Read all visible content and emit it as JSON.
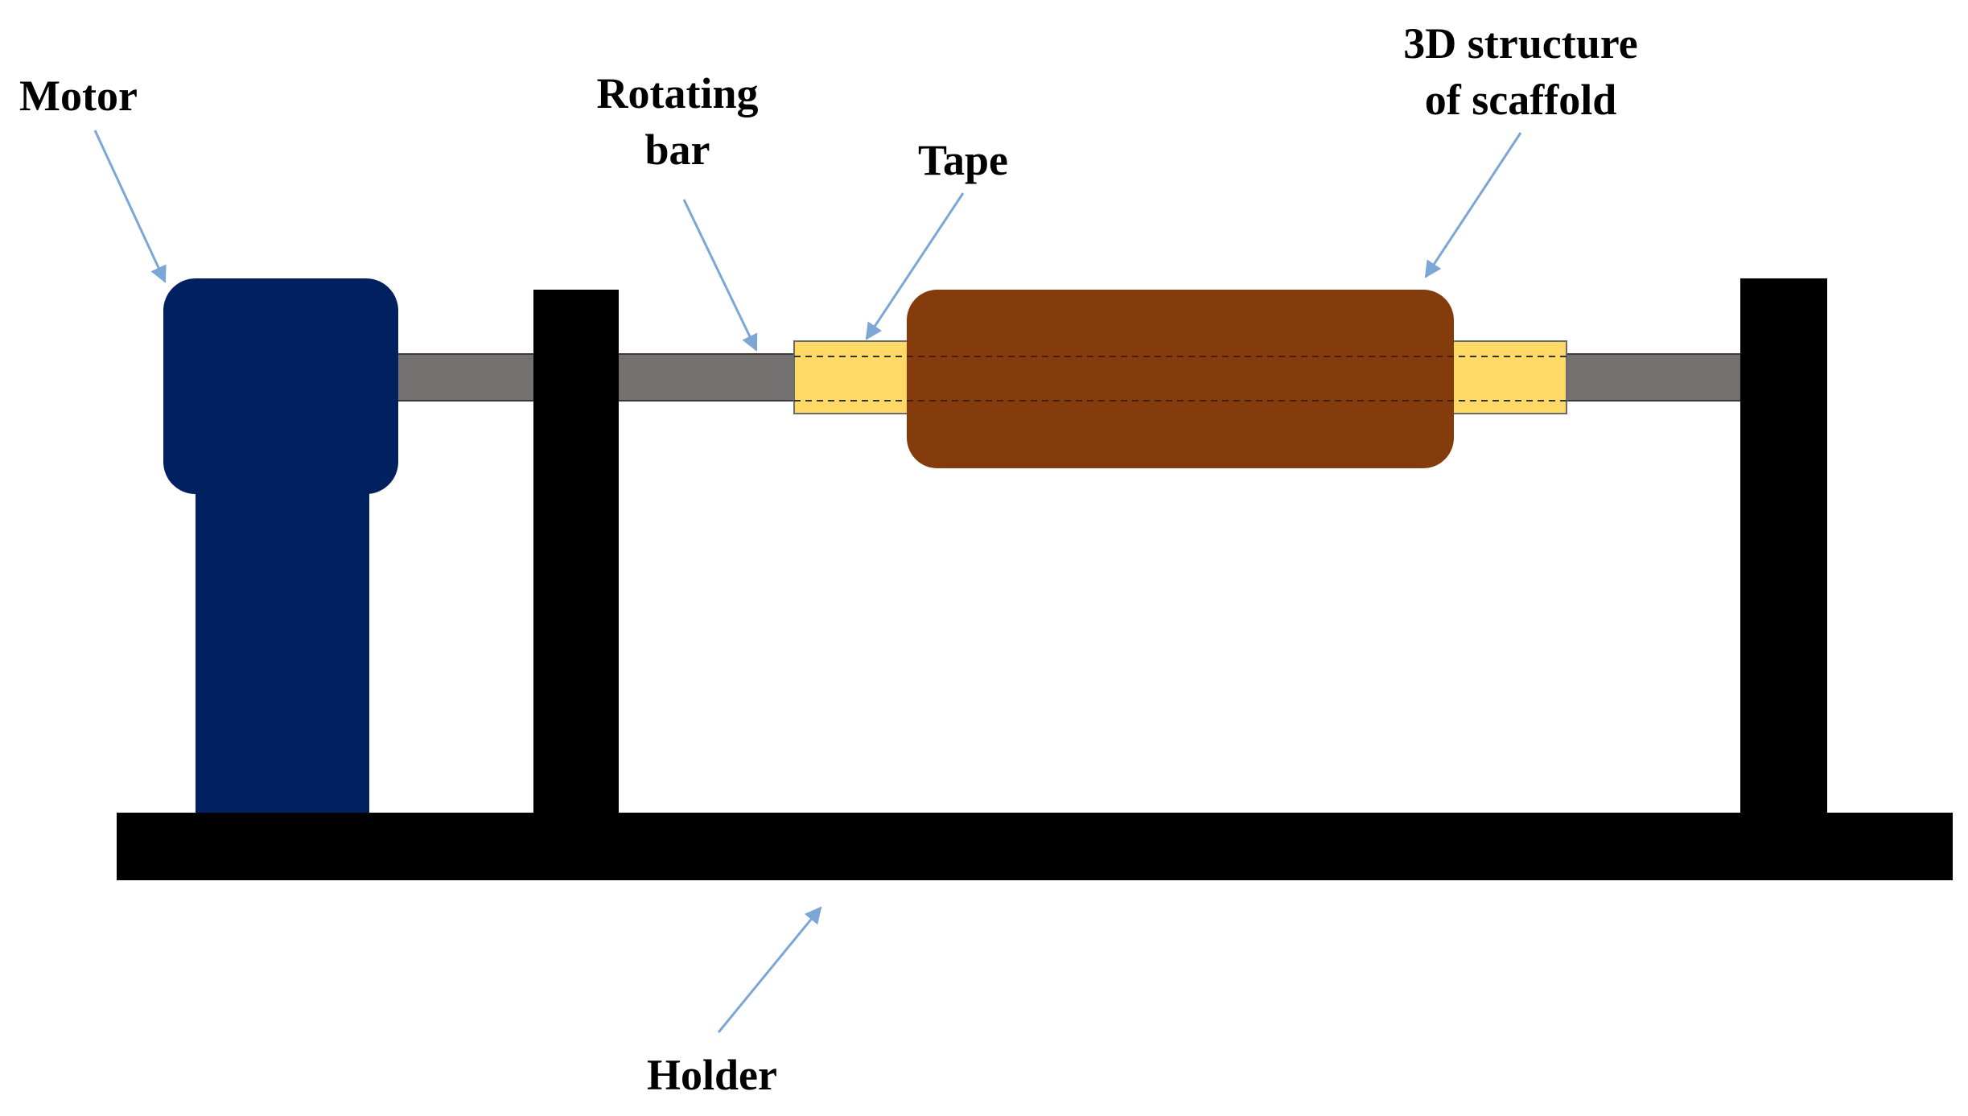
{
  "labels": {
    "motor": "Motor",
    "rotating_bar_line1": "Rotating",
    "rotating_bar_line2": "bar",
    "tape": "Tape",
    "scaffold_line1": "3D structure",
    "scaffold_line2": "of scaffold",
    "holder": "Holder"
  },
  "colors": {
    "motor": "#002060",
    "holder": "#000000",
    "rotating_bar": "#767171",
    "tape": "#FFD966",
    "scaffold": "#843C0C",
    "arrow": "#7BA6D6"
  }
}
